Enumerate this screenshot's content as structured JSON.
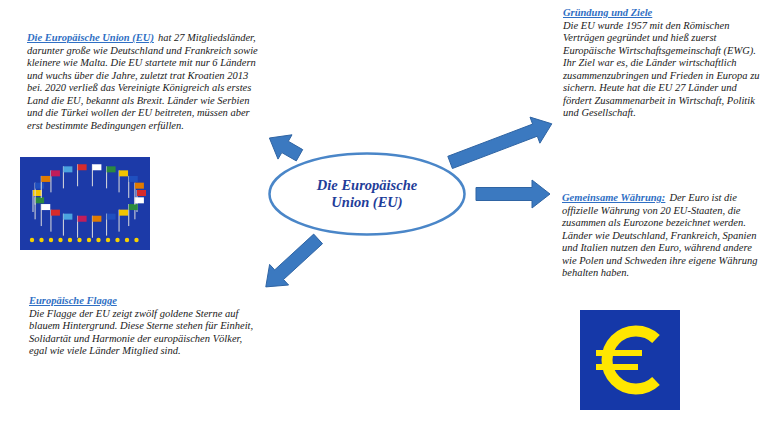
{
  "diagram": {
    "nodes": [
      {
        "text": [
          "Die Europäische Union (EU)",
          "hat 27 Mitgliedsländer, darunter große wie Deutschland und Frankreich sowie kleinere wie Malta. Die EU startete mit nur 6 Ländern und wuchs über die Jahre, zuletzt trat Kroatien 2013 bei. 2020 verließ das Vereinigte Königreich als erstes Land die EU, bekannt als Brexit. Länder wie Serbien und die Türkei wollen der EU beitreten, müssen aber erst bestimmte Bedingungen erfüllen."
        ]
      },
      {
        "text": [
          "Gründung und Ziele",
          "Die EU wurde 1957 mit den Römischen Verträgen gegründet und hieß zuerst Europäische Wirtschaftsgemeinschaft (EWG). Ihr Ziel war es, die Länder wirtschaftlich zusammenzubringen und Frieden in Europa zu sichern. Heute hat die EU 27 Länder und fördert Zusammenarbeit in Wirtschaft, Politik und Gesellschaft."
        ]
      },
      {
        "text": [
          "Die Europäische Union (EU)"
        ]
      },
      {
        "text": [
          "Gemeinsame Währung:",
          "Der Euro ist die offizielle Währung von 20 EU-Staaten, die zusammen als Eurozone bezeichnet werden. Länder wie Deutschland, Frankreich, Spanien und Italien nutzen den Euro, während andere wie Polen und Schweden ihre eigene Währung behalten haben."
        ]
      },
      {
        "text": [
          "Europäische Flagge",
          "Die Flagge der EU zeigt zwölf goldene Sterne auf blauem Hintergrund. Diese Sterne stehen für Einheit, Solidartät und Harmonie der europäischen Völker, egal wie viele Länder Mitglied sind."
        ]
      }
    ],
    "edges": [
      {
        "from": 2,
        "to": 0,
        "arrow": "to"
      },
      {
        "from": 2,
        "to": 1,
        "arrow": "to"
      },
      {
        "from": 2,
        "to": 3,
        "arrow": "to"
      },
      {
        "from": 2,
        "to": 4,
        "arrow": "to"
      }
    ]
  }
}
